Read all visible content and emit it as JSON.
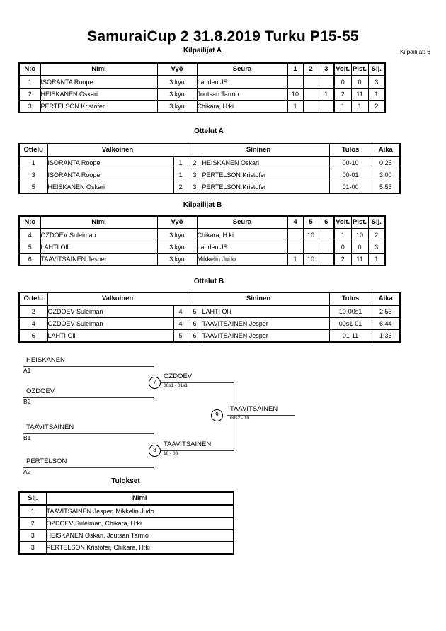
{
  "header": {
    "title": "SamuraiCup 2  31.8.2019  Turku   P15-55",
    "entrants_label": "Kilpailijat: 6"
  },
  "sections": {
    "pool_a_caption": "Kilpailijat A",
    "matches_a_caption": "Ottelut A",
    "pool_b_caption": "Kilpailijat B",
    "matches_b_caption": "Ottelut B",
    "results_caption": "Tulokset"
  },
  "pool_headers": {
    "no": "N:o",
    "name": "Nimi",
    "belt": "Vyö",
    "club": "Seura",
    "wins": "Voit.",
    "points": "Pist.",
    "rank": "Sij."
  },
  "pool_a": {
    "opponent_cols": [
      "1",
      "2",
      "3"
    ],
    "rows": [
      {
        "no": "1",
        "name": "ISORANTA Roope",
        "belt": "3.kyu",
        "club": "Lahden JS",
        "m": [
          "",
          "",
          ""
        ],
        "wins": "0",
        "points": "0",
        "rank": "3"
      },
      {
        "no": "2",
        "name": "HEISKANEN Oskari",
        "belt": "3.kyu",
        "club": "Joutsan Tarmo",
        "m": [
          "10",
          "",
          "1"
        ],
        "wins": "2",
        "points": "11",
        "rank": "1"
      },
      {
        "no": "3",
        "name": "PERTELSON Kristofer",
        "belt": "3.kyu",
        "club": "Chikara, H:ki",
        "m": [
          "1",
          "",
          ""
        ],
        "wins": "1",
        "points": "1",
        "rank": "2"
      }
    ]
  },
  "pool_b": {
    "opponent_cols": [
      "4",
      "5",
      "6"
    ],
    "rows": [
      {
        "no": "4",
        "name": "OZDOEV Suleiman",
        "belt": "3.kyu",
        "club": "Chikara, H:ki",
        "m": [
          "",
          "10",
          ""
        ],
        "wins": "1",
        "points": "10",
        "rank": "2"
      },
      {
        "no": "5",
        "name": "LAHTI Olli",
        "belt": "3.kyu",
        "club": "Lahden JS",
        "m": [
          "",
          "",
          ""
        ],
        "wins": "0",
        "points": "0",
        "rank": "3"
      },
      {
        "no": "6",
        "name": "TAAVITSAINEN Jesper",
        "belt": "3.kyu",
        "club": "Mikkelin Judo",
        "m": [
          "1",
          "10",
          ""
        ],
        "wins": "2",
        "points": "11",
        "rank": "1"
      }
    ]
  },
  "match_headers": {
    "match": "Ottelu",
    "white": "Valkoinen",
    "blue": "Sininen",
    "result": "Tulos",
    "time": "Aika"
  },
  "matches_a": [
    {
      "no": "1",
      "white": "ISORANTA Roope",
      "white_no": "1",
      "blue_no": "2",
      "blue": "HEISKANEN Oskari",
      "result": "00-10",
      "time": "0:25"
    },
    {
      "no": "3",
      "white": "ISORANTA Roope",
      "white_no": "1",
      "blue_no": "3",
      "blue": "PERTELSON Kristofer",
      "result": "00-01",
      "time": "3:00"
    },
    {
      "no": "5",
      "white": "HEISKANEN Oskari",
      "white_no": "2",
      "blue_no": "3",
      "blue": "PERTELSON Kristofer",
      "result": "01-00",
      "time": "5:55"
    }
  ],
  "matches_b": [
    {
      "no": "2",
      "white": "OZDOEV Suleiman",
      "white_no": "4",
      "blue_no": "5",
      "blue": "LAHTI Olli",
      "result": "10-00s1",
      "time": "2:53"
    },
    {
      "no": "4",
      "white": "OZDOEV Suleiman",
      "white_no": "4",
      "blue_no": "6",
      "blue": "TAAVITSAINEN Jesper",
      "result": "00s1-01",
      "time": "6:44"
    },
    {
      "no": "6",
      "white": "LAHTI Olli",
      "white_no": "5",
      "blue_no": "6",
      "blue": "TAAVITSAINEN Jesper",
      "result": "01-11",
      "time": "1:36"
    }
  ],
  "bracket": {
    "entries": [
      {
        "name": "HEISKANEN",
        "seed": "A1"
      },
      {
        "name": "OZDOEV",
        "seed": "B2"
      },
      {
        "name": "TAAVITSAINEN",
        "seed": "B1"
      },
      {
        "name": "PERTELSON",
        "seed": "A2"
      }
    ],
    "nodes": [
      {
        "num": "7",
        "winner": "OZDOEV",
        "score": "00s1 - 01s1"
      },
      {
        "num": "8",
        "winner": "TAAVITSAINEN",
        "score": "10 - 00"
      },
      {
        "num": "9",
        "winner": "TAAVITSAINEN",
        "score": "00s2 - 10"
      }
    ]
  },
  "results_headers": {
    "rank": "Sij.",
    "name": "Nimi"
  },
  "results": [
    {
      "rank": "1",
      "name": "TAAVITSAINEN Jesper, Mikkelin Judo"
    },
    {
      "rank": "2",
      "name": "OZDOEV Suleiman, Chikara, H:ki"
    },
    {
      "rank": "3",
      "name": "HEISKANEN Oskari, Joutsan Tarmo"
    },
    {
      "rank": "3",
      "name": "PERTELSON Kristofer, Chikara, H:ki"
    }
  ]
}
